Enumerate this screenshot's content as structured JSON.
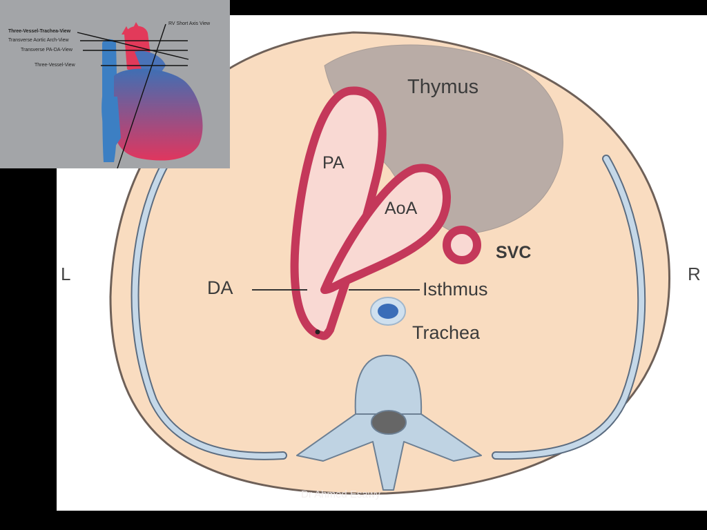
{
  "labels": {
    "thymus": "Thymus",
    "pa": "PA",
    "aoa": "AoA",
    "svc": "SVC",
    "da": "DA",
    "isthmus": "Isthmus",
    "trachea": "Trachea",
    "left": "L",
    "right": "R"
  },
  "inset": {
    "rv_short_axis": "RV Short Axis View",
    "three_vessel_trachea": "Three-Vessel-Trachea-View",
    "transverse_aortic_arch": "Transverse Aortic Arch-View",
    "transverse_pa_da": "Transverse PA-DA-View",
    "three_vessel": "Three-Vessel-View"
  },
  "watermark": "Dr Ahmed Esawy",
  "colors": {
    "body": "#f9dcc0",
    "vessel_wall": "#c4385a",
    "vessel_lumen": "#f9d9d3",
    "thymus": "#b8aaa4",
    "bone": "#bfd3e3",
    "trachea": "#3a6db8",
    "background": "#ffffff",
    "frame": "#000000"
  }
}
